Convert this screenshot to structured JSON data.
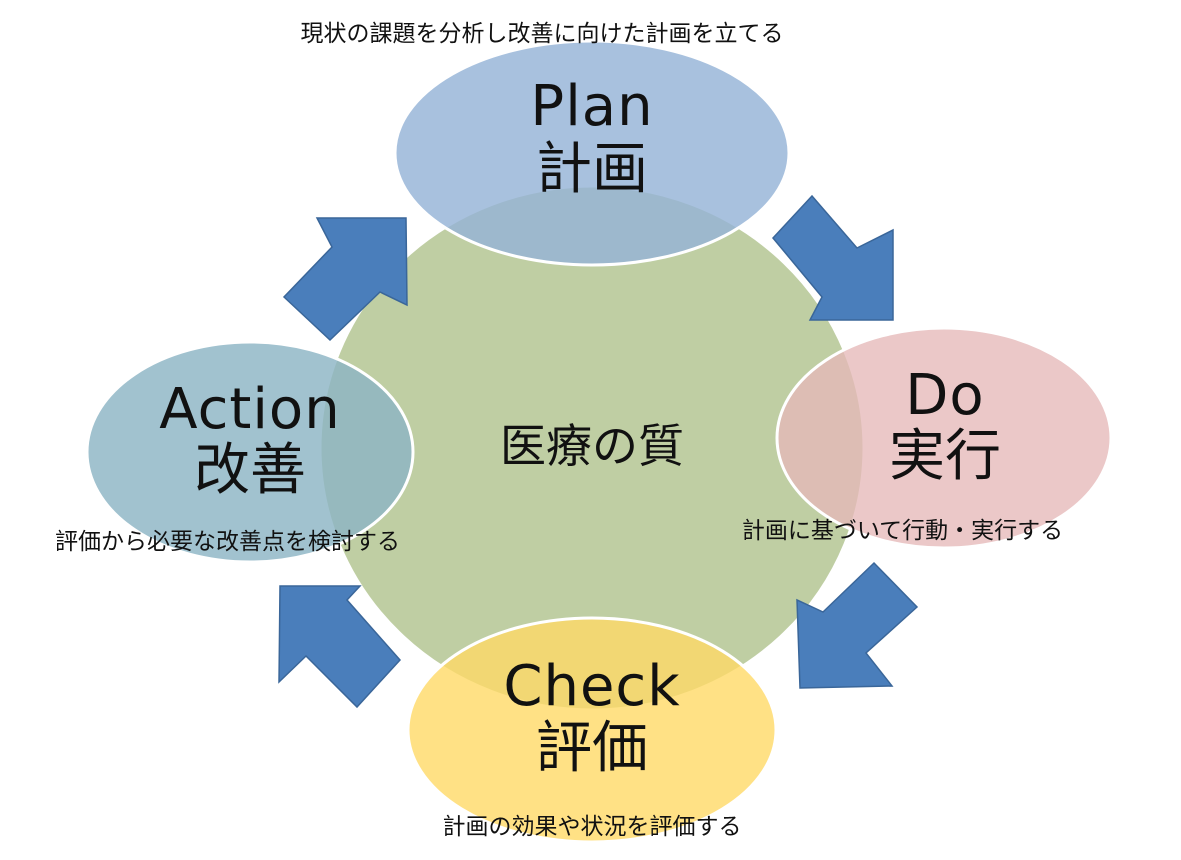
{
  "center": {
    "label": "医療の質",
    "color": "#a9bd84"
  },
  "arrow_color": "#4a7ebb",
  "stages": {
    "plan": {
      "en": "Plan",
      "jp": "計画",
      "description": "現状の課題を分析し改善に向けた計画を立てる",
      "color": "#95b3d7"
    },
    "do": {
      "en": "Do",
      "jp": "実行",
      "description": "計画に基づいて行動・実行する",
      "color": "#e6b9b8"
    },
    "check": {
      "en": "Check",
      "jp": "評価",
      "description": "計画の効果や状況を評価する",
      "color": "#ffd966"
    },
    "action": {
      "en": "Action",
      "jp": "改善",
      "description": "評価から必要な改善点を検討する",
      "color": "#8cb4c4"
    }
  }
}
